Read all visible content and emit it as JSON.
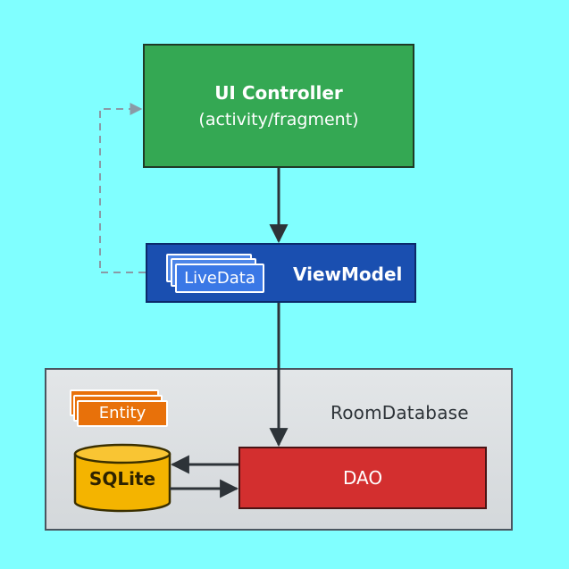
{
  "ui_controller": {
    "title": "UI Controller",
    "subtitle": "(activity/fragment)"
  },
  "view_model": {
    "title": "ViewModel",
    "live_data_label": "LiveData"
  },
  "room_database": {
    "title": "RoomDatabase",
    "entity_label": "Entity",
    "sqlite_label": "SQLite",
    "dao_label": "DAO"
  },
  "colors": {
    "background": "#80ffff",
    "ui_controller": "#34a853",
    "view_model": "#1a4fb0",
    "live_data": "#3a78e6",
    "entity": "#e8710a",
    "sqlite": "#f4b400",
    "dao": "#d32f2f",
    "room_database": "#dadee1",
    "arrow": "#2d3338",
    "dashed_observer_arrow": "#8a9aa6"
  }
}
